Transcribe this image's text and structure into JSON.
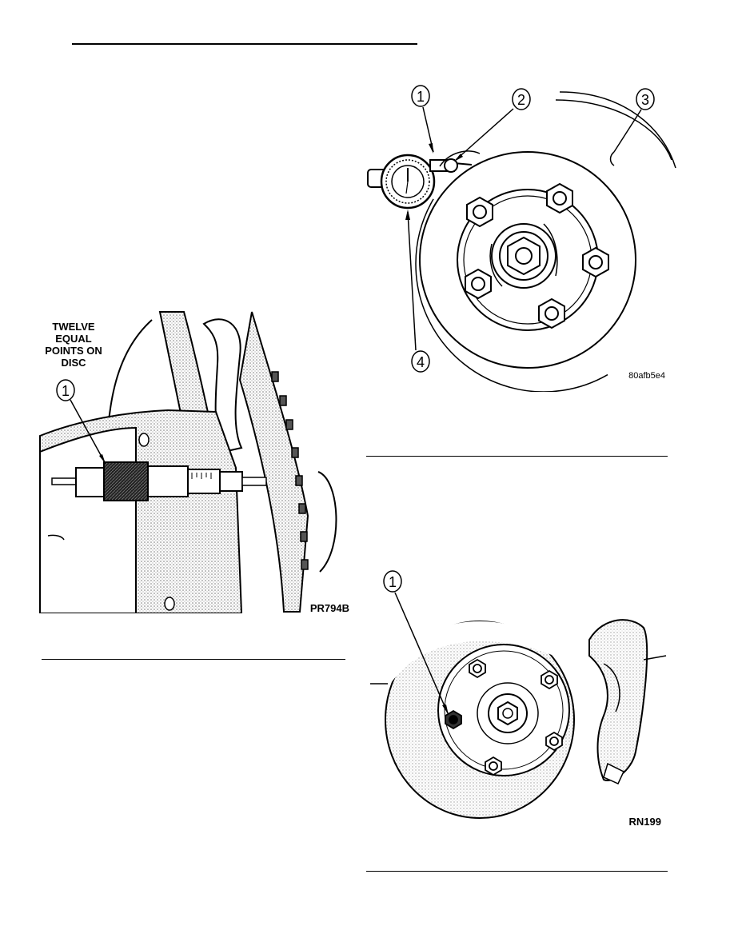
{
  "figures": {
    "micrometer": {
      "caption_lines": [
        "TWELVE",
        "EQUAL",
        "POINTS ON",
        "DISC"
      ],
      "callouts": [
        "1"
      ],
      "code": "PR794B"
    },
    "dial_indicator": {
      "callouts": [
        "1",
        "2",
        "3",
        "4"
      ],
      "code": "80afb5e4"
    },
    "rotor": {
      "callouts": [
        "1"
      ],
      "code": "RN199"
    }
  }
}
